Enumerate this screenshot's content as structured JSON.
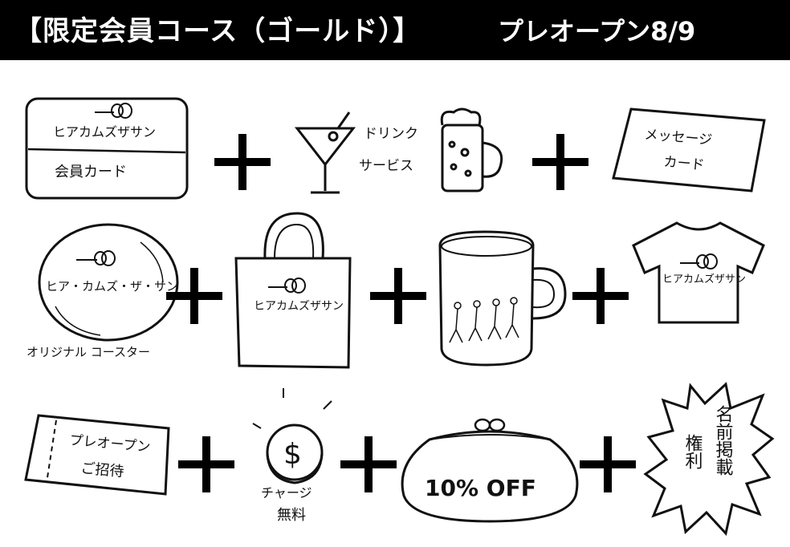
{
  "header": {
    "title": "【限定会員コース（ゴールド）】",
    "subtitle": "プレオープン8/9"
  },
  "items": {
    "member_card": {
      "brand": "ヒアカムズザサン",
      "label": "会員カード"
    },
    "drink": {
      "label_line1": "ドリンク",
      "label_line2": "サービス"
    },
    "message_card": {
      "label_line1": "メッセージ",
      "label_line2": "カード"
    },
    "coaster": {
      "brand": "ヒア・カムズ・ザ・サン",
      "label": "オリジナル コースター"
    },
    "tote": {
      "brand": "ヒアカムズザサン"
    },
    "tshirt": {
      "brand": "ヒアカムズザサン"
    },
    "ticket": {
      "label_line1": "プレオープン",
      "label_line2": "ご招待"
    },
    "coin": {
      "symbol": "$",
      "label_line1": "チャージ",
      "label_line2": "無料"
    },
    "purse": {
      "label": "10% OFF"
    },
    "burst": {
      "col1": "名前掲載",
      "col2": "権利"
    }
  }
}
